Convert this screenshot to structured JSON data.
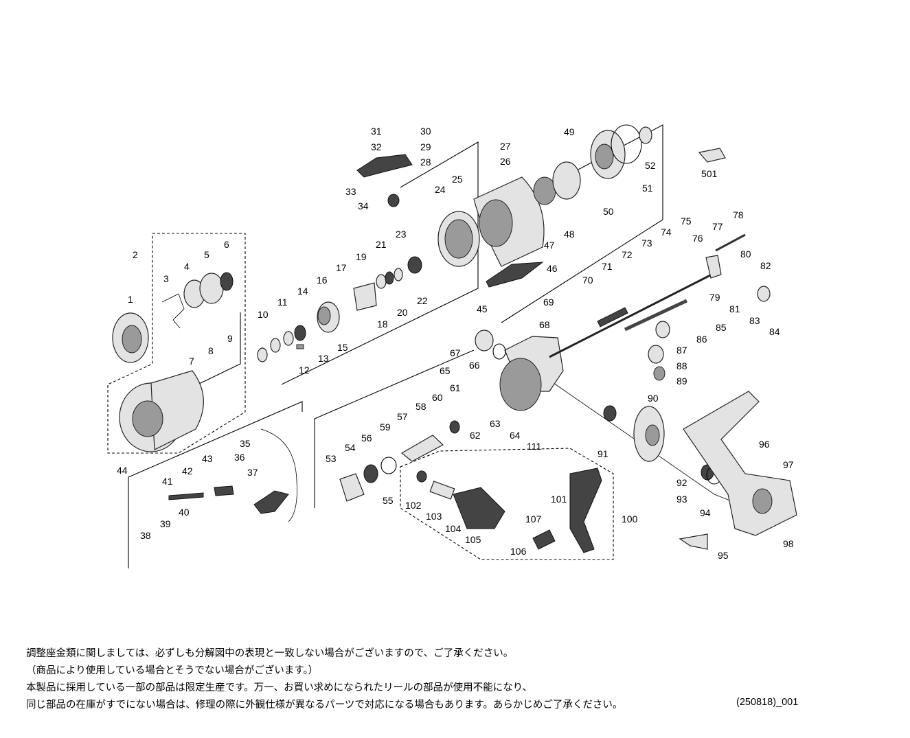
{
  "diagram": {
    "part_numbers": [
      "1",
      "2",
      "3",
      "4",
      "5",
      "6",
      "7",
      "8",
      "9",
      "10",
      "11",
      "12",
      "13",
      "14",
      "15",
      "16",
      "17",
      "18",
      "19",
      "20",
      "21",
      "22",
      "23",
      "24",
      "25",
      "26",
      "27",
      "28",
      "29",
      "30",
      "31",
      "32",
      "33",
      "34",
      "35",
      "36",
      "37",
      "38",
      "39",
      "40",
      "41",
      "42",
      "43",
      "44",
      "45",
      "46",
      "47",
      "48",
      "49",
      "50",
      "51",
      "52",
      "53",
      "54",
      "55",
      "56",
      "57",
      "58",
      "59",
      "60",
      "61",
      "62",
      "63",
      "64",
      "65",
      "66",
      "67",
      "68",
      "69",
      "70",
      "71",
      "72",
      "73",
      "74",
      "75",
      "76",
      "77",
      "78",
      "79",
      "80",
      "81",
      "82",
      "83",
      "84",
      "85",
      "86",
      "87",
      "88",
      "89",
      "90",
      "91",
      "92",
      "93",
      "94",
      "95",
      "96",
      "97",
      "98",
      "100",
      "101",
      "102",
      "103",
      "104",
      "105",
      "106",
      "107",
      "111",
      "501"
    ]
  },
  "notes": {
    "lines": [
      "調整座金類に関しましては、必ずしも分解図中の表現と一致しない場合がございますので、ご了承ください。",
      "（商品により使用している場合とそうでない場合がございます。）",
      "本製品に採用している一部の部品は限定生産です。万一、お買い求めになられたリールの部品が使用不能になり、",
      "同じ部品の在庫がすでにない場合は、修理の際に外観仕様が異なるパーツで対応になる場合もあります。あらかじめご了承ください。"
    ]
  },
  "doc_id": "(250818)_001"
}
